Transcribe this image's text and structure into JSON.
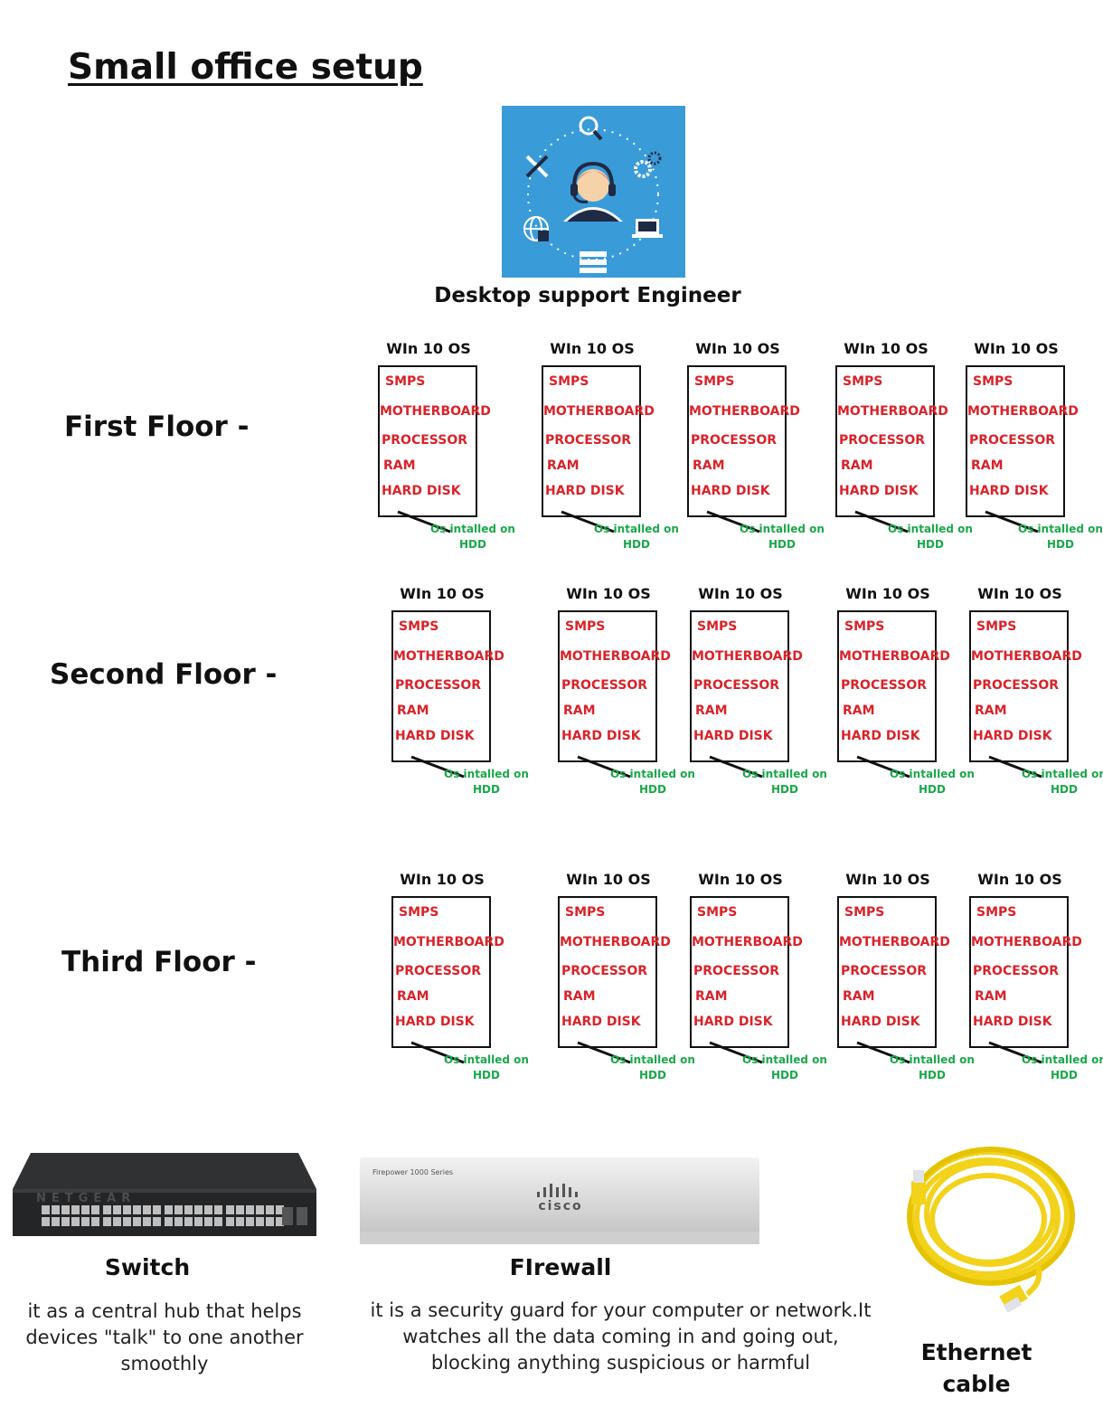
{
  "title": "Small office setup",
  "engineer": {
    "label": "Desktop support Engineer",
    "image": "desktop-support-engineer-illustration"
  },
  "pc_template": {
    "os": "WIn 10 OS",
    "components": [
      "SMPS",
      "MOTHERBOARD",
      "PROCESSOR",
      "RAM",
      "HARD DISK"
    ],
    "note_line1": "Os intalled on",
    "note_line2": "HDD"
  },
  "floors": [
    {
      "label": "First Floor -",
      "pc_count": 5
    },
    {
      "label": "Second Floor -",
      "pc_count": 5
    },
    {
      "label": "Third Floor -",
      "pc_count": 5
    }
  ],
  "switch": {
    "title": "Switch",
    "brand": "NETGEAR",
    "description": "it as a central hub that helps devices \"talk\" to one another smoothly"
  },
  "firewall": {
    "title": "FIrewall",
    "model_text": "Firepower 1000 Series",
    "brand": "cisco",
    "description": "it is a security guard for your computer or network.It watches all the data coming in and going out, blocking anything suspicious or harmful"
  },
  "ethernet": {
    "title": "Ethernet cable"
  },
  "colors": {
    "component_text": "#d8232a",
    "note_text": "#1aa84b",
    "engineer_bg": "#3a9bd9",
    "cable": "#f2d21b"
  }
}
